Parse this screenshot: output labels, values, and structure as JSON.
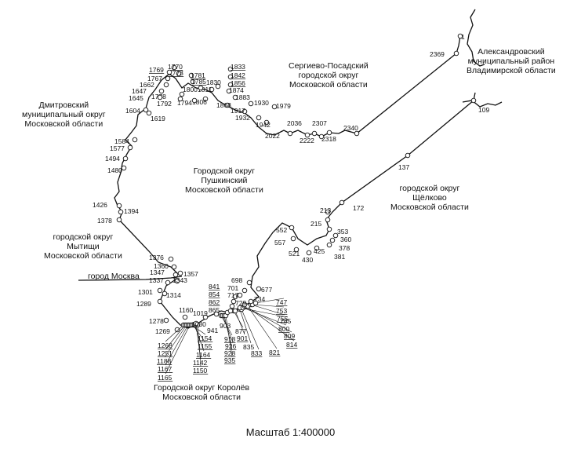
{
  "regions": [
    {
      "id": "dmitrov",
      "lines": [
        "Дмитровский",
        "муниципальный округ",
        "Московской области"
      ]
    },
    {
      "id": "sergiev",
      "lines": [
        "Сергиево-Посадский",
        "городской округ",
        "Московской области"
      ]
    },
    {
      "id": "alexandrov",
      "lines": [
        "Александровский",
        "муниципальный район",
        "Владимирской области"
      ]
    },
    {
      "id": "pushkino",
      "lines": [
        "Городской округ",
        "Пушкинский",
        "Московской области"
      ]
    },
    {
      "id": "schelkovo",
      "lines": [
        "городской округ",
        "Щёлково",
        "Московской области"
      ]
    },
    {
      "id": "mytischi",
      "lines": [
        "городской округ",
        "Мытищи",
        "Московской области"
      ]
    },
    {
      "id": "korolev",
      "lines": [
        "Городской округ Королёв",
        "Московской области"
      ]
    }
  ],
  "city_label": "город Москва",
  "scale_text": "Масштаб 1:400000",
  "points": [
    {
      "id": "p1",
      "label": "1"
    },
    {
      "id": "p2369",
      "label": "2369"
    },
    {
      "id": "p109",
      "label": "109"
    },
    {
      "id": "p2340",
      "label": "2340"
    },
    {
      "id": "p2318",
      "label": "2318"
    },
    {
      "id": "p2307",
      "label": "2307"
    },
    {
      "id": "p2222",
      "label": "2222"
    },
    {
      "id": "p2036",
      "label": "2036"
    },
    {
      "id": "p2022",
      "label": "2022"
    },
    {
      "id": "p1979",
      "label": "1979"
    },
    {
      "id": "p1942",
      "label": "1942"
    },
    {
      "id": "p1932",
      "label": "1932"
    },
    {
      "id": "p1930",
      "label": "1930"
    },
    {
      "id": "p1917",
      "label": "1917"
    },
    {
      "id": "p1883",
      "label": "1883"
    },
    {
      "id": "p1874",
      "label": "1874"
    },
    {
      "id": "p1868",
      "label": "1868"
    },
    {
      "id": "p1856",
      "label": "1856"
    },
    {
      "id": "p1842",
      "label": "1842"
    },
    {
      "id": "p1833",
      "label": "1833"
    },
    {
      "id": "p1830",
      "label": "1830"
    },
    {
      "id": "p1811",
      "label": "1811"
    },
    {
      "id": "p1806",
      "label": "1806"
    },
    {
      "id": "p1800",
      "label": "1800"
    },
    {
      "id": "p1794",
      "label": "1794"
    },
    {
      "id": "p1792",
      "label": "1792"
    },
    {
      "id": "p1785",
      "label": "1785"
    },
    {
      "id": "p1781",
      "label": "1781"
    },
    {
      "id": "p1778",
      "label": "1778"
    },
    {
      "id": "p1773",
      "label": "1773"
    },
    {
      "id": "p1770",
      "label": "1770"
    },
    {
      "id": "p1769",
      "label": "1769"
    },
    {
      "id": "p1767",
      "label": "1767"
    },
    {
      "id": "p1662",
      "label": "1662"
    },
    {
      "id": "p1647",
      "label": "1647"
    },
    {
      "id": "p1645",
      "label": "1645"
    },
    {
      "id": "p1619",
      "label": "1619"
    },
    {
      "id": "p1604",
      "label": "1604"
    },
    {
      "id": "p1584",
      "label": "1584"
    },
    {
      "id": "p1577",
      "label": "1577"
    },
    {
      "id": "p1494",
      "label": "1494"
    },
    {
      "id": "p1480",
      "label": "1480"
    },
    {
      "id": "p1426",
      "label": "1426"
    },
    {
      "id": "p1394",
      "label": "1394"
    },
    {
      "id": "p1378",
      "label": "1378"
    },
    {
      "id": "p1376",
      "label": "1376"
    },
    {
      "id": "p1360",
      "label": "1360"
    },
    {
      "id": "p1357",
      "label": "1357"
    },
    {
      "id": "p1347",
      "label": "1347"
    },
    {
      "id": "p1343",
      "label": "1343"
    },
    {
      "id": "p1337",
      "label": "1337"
    },
    {
      "id": "p1314",
      "label": "1314"
    },
    {
      "id": "p1301",
      "label": "1301"
    },
    {
      "id": "p1289",
      "label": "1289"
    },
    {
      "id": "p1278",
      "label": "1278"
    },
    {
      "id": "p1269",
      "label": "1269"
    },
    {
      "id": "p1268",
      "label": "1268"
    },
    {
      "id": "p1251",
      "label": "1251"
    },
    {
      "id": "p1188",
      "label": "1188"
    },
    {
      "id": "p1167",
      "label": "1167"
    },
    {
      "id": "p1165",
      "label": "1165"
    },
    {
      "id": "p1160",
      "label": "1160"
    },
    {
      "id": "p1154",
      "label": "1154"
    },
    {
      "id": "p1155",
      "label": "1155"
    },
    {
      "id": "p1164",
      "label": "1164"
    },
    {
      "id": "p1142",
      "label": "1142"
    },
    {
      "id": "p1150",
      "label": "1150"
    },
    {
      "id": "p1030",
      "label": "1030"
    },
    {
      "id": "p1019",
      "label": "1019"
    },
    {
      "id": "p941",
      "label": "941"
    },
    {
      "id": "p918",
      "label": "918"
    },
    {
      "id": "p926",
      "label": "926"
    },
    {
      "id": "p928",
      "label": "928"
    },
    {
      "id": "p935",
      "label": "935"
    },
    {
      "id": "p903",
      "label": "903"
    },
    {
      "id": "p877",
      "label": "877"
    },
    {
      "id": "p901",
      "label": "901"
    },
    {
      "id": "p835",
      "label": "835"
    },
    {
      "id": "p833",
      "label": "833"
    },
    {
      "id": "p865",
      "label": "865"
    },
    {
      "id": "p862",
      "label": "862"
    },
    {
      "id": "p854",
      "label": "854"
    },
    {
      "id": "p841",
      "label": "841"
    },
    {
      "id": "p785",
      "label": "785"
    },
    {
      "id": "p800",
      "label": "800"
    },
    {
      "id": "p809",
      "label": "809"
    },
    {
      "id": "p814",
      "label": "814"
    },
    {
      "id": "p821",
      "label": "821"
    },
    {
      "id": "p755",
      "label": "755"
    },
    {
      "id": "p753",
      "label": "753"
    },
    {
      "id": "p747",
      "label": "747"
    },
    {
      "id": "p734",
      "label": "734"
    },
    {
      "id": "p729",
      "label": "729"
    },
    {
      "id": "p717",
      "label": "717"
    },
    {
      "id": "p701",
      "label": "701"
    },
    {
      "id": "p698",
      "label": "698"
    },
    {
      "id": "p677",
      "label": "677"
    },
    {
      "id": "p552",
      "label": "552"
    },
    {
      "id": "p557",
      "label": "557"
    },
    {
      "id": "p521",
      "label": "521"
    },
    {
      "id": "p425",
      "label": "425"
    },
    {
      "id": "p430",
      "label": "430"
    },
    {
      "id": "p381",
      "label": "381"
    },
    {
      "id": "p378",
      "label": "378"
    },
    {
      "id": "p360",
      "label": "360"
    },
    {
      "id": "p353",
      "label": "353"
    },
    {
      "id": "p215",
      "label": "215"
    },
    {
      "id": "p213",
      "label": "213"
    },
    {
      "id": "p172",
      "label": "172"
    },
    {
      "id": "p137",
      "label": "137"
    }
  ]
}
